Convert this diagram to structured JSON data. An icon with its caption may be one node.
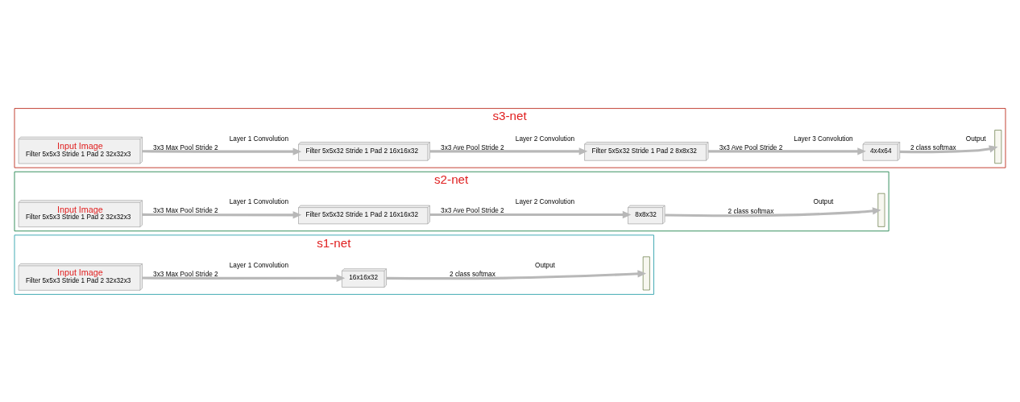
{
  "diagram": {
    "nodes": [
      {
        "text": [
          "s1-net"
        ]
      },
      {
        "text": [
          "Input Image",
          "Filter 5x5x3 Stride 1 Pad 2 32x32x3"
        ],
        "in": 0
      },
      {
        "text": [
          "16x16x32"
        ],
        "in": 0
      },
      {
        "text": [],
        "shape": "bar",
        "in": 0
      },
      {
        "text": [
          "s2-net"
        ]
      },
      {
        "text": [
          "Input Image",
          "Filter 5x5x3 Stride 1 Pad 2 32x32x3"
        ],
        "in": 4
      },
      {
        "text": [
          "Filter 5x5x32 Stride 1 Pad 2 16x16x32"
        ],
        "in": 4
      },
      {
        "text": [
          "8x8x32"
        ],
        "in": 4
      },
      {
        "text": [],
        "shape": "bar",
        "in": 4
      },
      {
        "text": [
          "s3-net"
        ]
      },
      {
        "text": [
          "Input Image",
          "Filter 5x5x3 Stride 1 Pad 2 32x32x3"
        ],
        "in": 9
      },
      {
        "text": [
          "Filter 5x5x32 Stride 1 Pad 2 16x16x32"
        ],
        "in": 9
      },
      {
        "text": [
          "Filter 5x5x32 Stride 1 Pad 2 8x8x32"
        ],
        "in": 9
      },
      {
        "text": [
          "4x4x64"
        ],
        "in": 9
      },
      {
        "text": [],
        "shape": "bar",
        "in": 9
      }
    ],
    "edges": [
      {
        "from": 1,
        "to": 2,
        "arrow": "to",
        "label": "3x3 Max Pool Stride 2"
      },
      {
        "from": 2,
        "to": 3,
        "arrow": "to",
        "label": "2 class softmax"
      },
      {
        "from": 5,
        "to": 6,
        "arrow": "to",
        "label": "3x3 Max Pool Stride 2"
      },
      {
        "from": 6,
        "to": 7,
        "arrow": "to",
        "label": "3x3 Ave Pool Stride 2"
      },
      {
        "from": 7,
        "to": 8,
        "arrow": "to",
        "label": "2 class softmax"
      },
      {
        "from": 10,
        "to": 11,
        "arrow": "to",
        "label": "3x3 Max Pool Stride 2"
      },
      {
        "from": 11,
        "to": 12,
        "arrow": "to",
        "label": "3x3 Ave Pool Stride 2"
      },
      {
        "from": 12,
        "to": 13,
        "arrow": "to",
        "label": "3x3 Ave Pool Stride 2"
      },
      {
        "from": 13,
        "to": 14,
        "arrow": "to",
        "label": "2 class softmax"
      }
    ],
    "labels": [
      "Layer 1 Convolution",
      "Output",
      "Layer 1 Convolution",
      "Layer 2 Convolution",
      "Output",
      "Layer 1 Convolution",
      "Layer 2 Convolution",
      "Layer 3 Convolution",
      "Output"
    ]
  }
}
